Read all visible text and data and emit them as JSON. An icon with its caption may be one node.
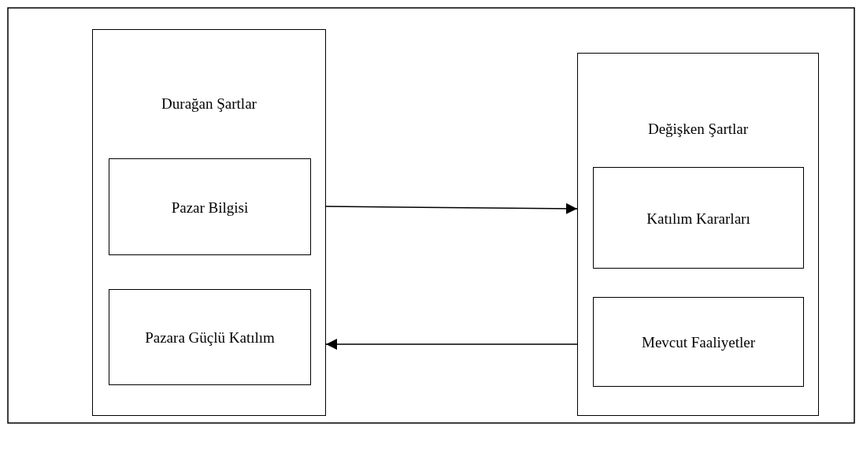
{
  "diagram": {
    "nodes": [
      {
        "text": [
          "Durağan Şartlar"
        ]
      },
      {
        "text": [
          "Pazar Bilgisi"
        ],
        "in": 0
      },
      {
        "text": [
          "Pazara Güçlü Katılım"
        ],
        "in": 0
      },
      {
        "text": [
          "Değişken Şartlar"
        ]
      },
      {
        "text": [
          "Katılım Kararları"
        ],
        "in": 3
      },
      {
        "text": [
          "Mevcut Faaliyetler"
        ],
        "in": 3
      }
    ],
    "edges": [
      {
        "from": 0,
        "to": 3,
        "arrow": "to"
      },
      {
        "from": 3,
        "to": 0,
        "arrow": "to"
      }
    ]
  }
}
